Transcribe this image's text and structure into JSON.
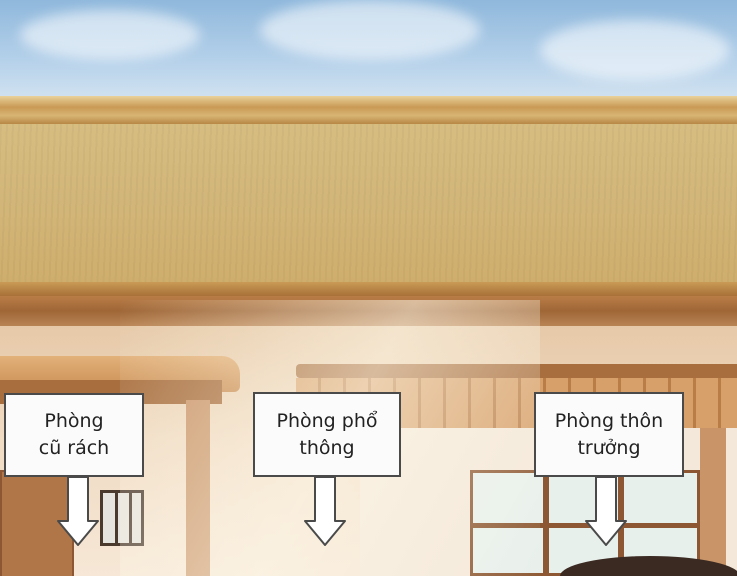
{
  "signs": {
    "broken_room": "Phòng\ncũ rách",
    "normal_room": "Phòng phổ\nthông",
    "chief_room": "Phòng thôn\ntrưởng"
  },
  "icons": {
    "broken_room_arrow": "down-arrow-icon",
    "normal_room_arrow": "down-arrow-icon",
    "chief_room_arrow": "down-arrow-icon"
  }
}
